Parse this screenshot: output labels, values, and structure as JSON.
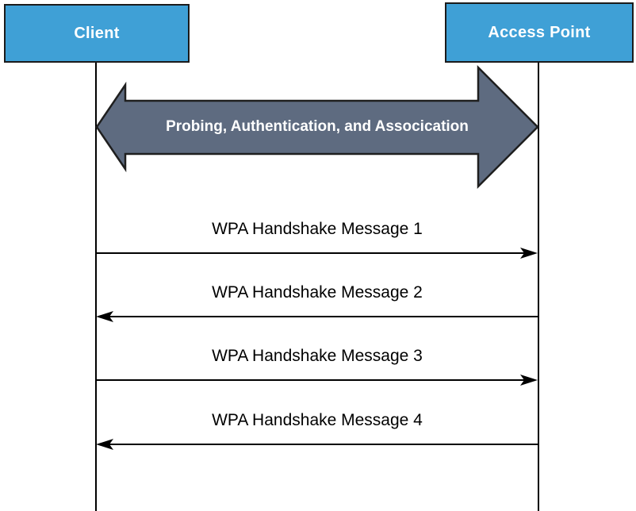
{
  "diagram_type": "sequence-diagram",
  "actors": [
    {
      "id": "client",
      "label": "Client"
    },
    {
      "id": "access-point",
      "label": "Access Point"
    }
  ],
  "phase_arrow": {
    "label": "Probing, Authentication, and Assocication",
    "direction": "bidirectional",
    "between": [
      "client",
      "access-point"
    ]
  },
  "messages": [
    {
      "label": "WPA Handshake Message 1",
      "from": "client",
      "to": "access-point",
      "direction": "right"
    },
    {
      "label": "WPA Handshake Message 2",
      "from": "access-point",
      "to": "client",
      "direction": "left"
    },
    {
      "label": "WPA Handshake Message 3",
      "from": "client",
      "to": "access-point",
      "direction": "right"
    },
    {
      "label": "WPA Handshake Message 4",
      "from": "access-point",
      "to": "client",
      "direction": "left"
    }
  ],
  "colors": {
    "background": "#ffffff",
    "actor_fill": "#3FA0D6",
    "actor_border": "#1b1b1b",
    "actor_text": "#ffffff",
    "phase_fill": "#5E6B80",
    "phase_border": "#1f1f1f",
    "phase_text": "#ffffff",
    "line": "#000000",
    "message_text": "#000000"
  }
}
